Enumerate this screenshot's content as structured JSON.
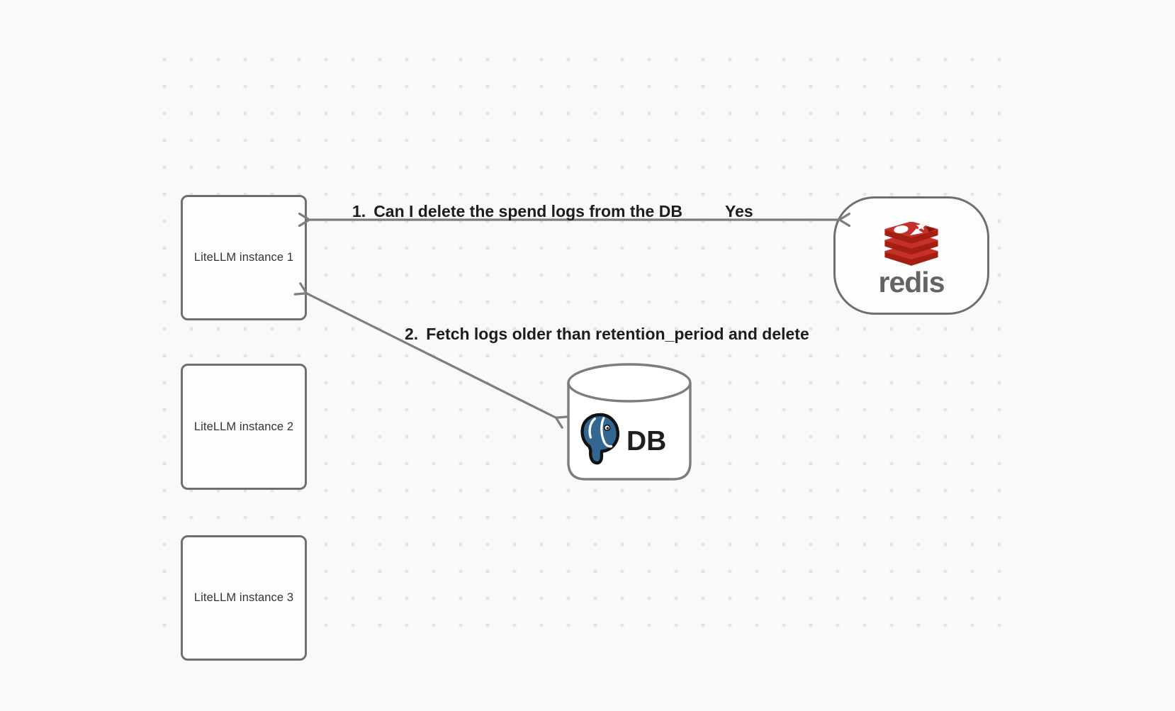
{
  "diagram": {
    "nodes": {
      "litellm1": {
        "label": "LiteLLM instance 1"
      },
      "litellm2": {
        "label": "LiteLLM instance 2"
      },
      "litellm3": {
        "label": "LiteLLM instance 3"
      },
      "redis": {
        "wordmark": "redis"
      },
      "db": {
        "label": "DB"
      }
    },
    "arrows": {
      "arrow1": {
        "number": "1.",
        "text": "Can I delete the spend logs from the DB",
        "response": "Yes"
      },
      "arrow2": {
        "number": "2.",
        "text": "Fetch logs older than retention_period and delete"
      }
    },
    "colors": {
      "background": "#f9f9f9",
      "grid_dot": "#e5e5e5",
      "node_border": "#6f6f6f",
      "node_bg": "#fdfdfd",
      "arrow": "#7d7d7d",
      "label_text": "#1d1d1f",
      "node_text": "#333333",
      "redis_red": "#c6302b",
      "redis_red_dark": "#a41e11",
      "redis_notch": "#7c160f",
      "redis_wordmark": "#646464",
      "postgres_blue": "#336791",
      "db_text": "#1f1f1f"
    }
  }
}
